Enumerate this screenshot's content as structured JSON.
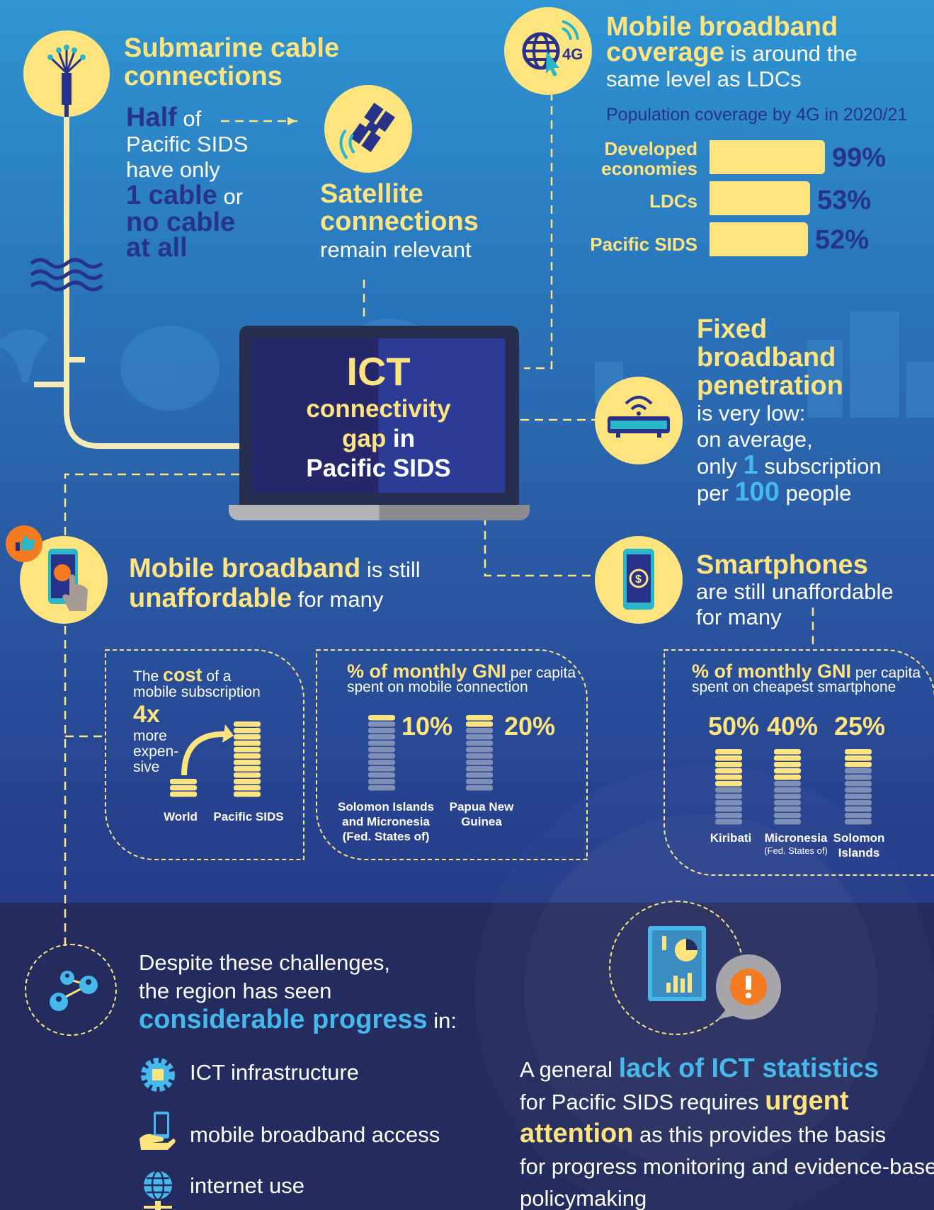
{
  "center": {
    "title": "ICT",
    "line2": "connectivity",
    "line3a": "gap",
    "line3b": " in",
    "line4": "Pacific SIDS"
  },
  "submarine": {
    "title1": "Submarine cable",
    "title2": "connections",
    "half": "Half",
    "of": " of",
    "l2": "Pacific SIDS",
    "l3": "have only",
    "one_cable": "1 cable",
    "or": " or",
    "no_cable": "no cable",
    "at_all": "at all"
  },
  "satellite": {
    "title1": "Satellite",
    "title2": "connections",
    "sub": "remain relevant"
  },
  "mobile_coverage": {
    "title1": "Mobile broadband",
    "title2a": "coverage",
    "title2b": " is around the",
    "title3": "same level as LDCs",
    "icon_text": "4G",
    "subtitle": "Population coverage by 4G in 2020/21",
    "bars": [
      {
        "label1": "Developed",
        "label2": "economies",
        "value": 99,
        "value_label": "99%"
      },
      {
        "label1": "LDCs",
        "label2": "",
        "value": 53,
        "value_label": "53%"
      },
      {
        "label1": "Pacific SIDS",
        "label2": "",
        "value": 52,
        "value_label": "52%"
      }
    ]
  },
  "fixed": {
    "t1": "Fixed",
    "t2": "broadband",
    "t3": "penetration",
    "l1": "is very low:",
    "l2": "on average,",
    "l3a": "only ",
    "l3b": "1",
    "l3c": " subscription",
    "l4a": "per ",
    "l4b": "100",
    "l4c": " people"
  },
  "afford": {
    "t1": "Mobile broadband",
    "t1b": " is still",
    "t2": "unaffordable",
    "t2b": " for many"
  },
  "smartphones": {
    "t1": "Smartphones",
    "l1": "are still unaffordable",
    "l2": "for many"
  },
  "cost_box": {
    "the": "The ",
    "cost": "cost",
    "ofa": " of a",
    "l2": "mobile subscription",
    "mult": "4x",
    "m1": "more",
    "m2": "expen-",
    "m3": "sive",
    "world": "World",
    "pacific": "Pacific SIDS"
  },
  "gni_mobile": {
    "t1": "% of monthly GNI",
    "t1b": " per capita",
    "t2": "spent on mobile connection",
    "items": [
      {
        "pct": "10%",
        "value": 10,
        "n1": "Solomon Islands",
        "n2": "and Micronesia",
        "n3": "(Fed. States of)"
      },
      {
        "pct": "20%",
        "value": 20,
        "n1": "Papua New",
        "n2": "Guinea",
        "n3": ""
      }
    ]
  },
  "gni_smart": {
    "t1": "% of monthly GNI",
    "t1b": " per capita",
    "t2": "spent on cheapest smartphone",
    "items": [
      {
        "pct": "50%",
        "value": 50,
        "n1": "Kiribati",
        "n2": ""
      },
      {
        "pct": "40%",
        "value": 40,
        "n1": "Micronesia",
        "n2": "(Fed. States of)"
      },
      {
        "pct": "25%",
        "value": 25,
        "n1": "Solomon",
        "n2": "Islands"
      }
    ]
  },
  "progress": {
    "l1": "Despite these challenges,",
    "l2": "the region has seen",
    "l3a": "considerable progress",
    "l3b": " in:",
    "items": [
      "ICT infrastructure",
      "mobile broadband access",
      "internet use"
    ]
  },
  "stats": {
    "l1a": "A general ",
    "l1b": "lack of ICT statistics",
    "l2a": "for Pacific SIDS requires ",
    "l2b": "urgent",
    "l3a": "attention",
    "l3b": " as this provides the basis",
    "l4": "for progress monitoring and evidence-based",
    "l5": "policymaking"
  },
  "colors": {
    "yellow": "#fde47f",
    "navy": "#27338a",
    "lightblue": "#46b8ec",
    "orange": "#f47b20"
  }
}
